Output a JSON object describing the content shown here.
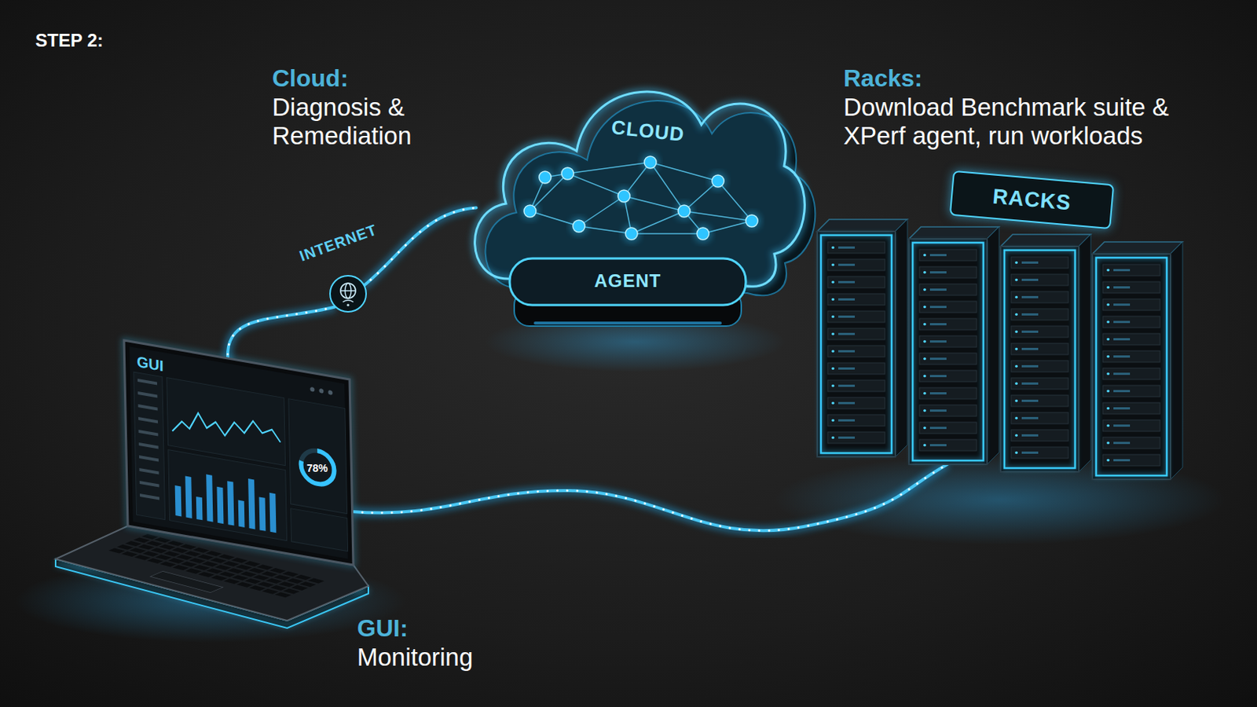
{
  "diagram": {
    "title": "STEP 2:",
    "nodes": [
      {
        "text": [
          "CLOUD"
        ]
      },
      {
        "text": [
          "AGENT"
        ],
        "in": 0
      },
      {
        "text": [
          "RACKS"
        ]
      },
      {
        "text": [
          "INTERNET"
        ]
      },
      {
        "text": [
          "GUI"
        ]
      }
    ],
    "edges": [
      {
        "from": 4,
        "to": 3,
        "arrow": "none"
      },
      {
        "from": 3,
        "to": 0,
        "arrow": "none"
      },
      {
        "from": 4,
        "to": 2,
        "arrow": "none"
      }
    ],
    "labels": [
      "Cloud:",
      "Diagnosis & Remediation",
      "Racks:",
      "Download Benchmark suite & XPerf agent, run workloads",
      "78%",
      "GUI:",
      "Monitoring"
    ]
  }
}
